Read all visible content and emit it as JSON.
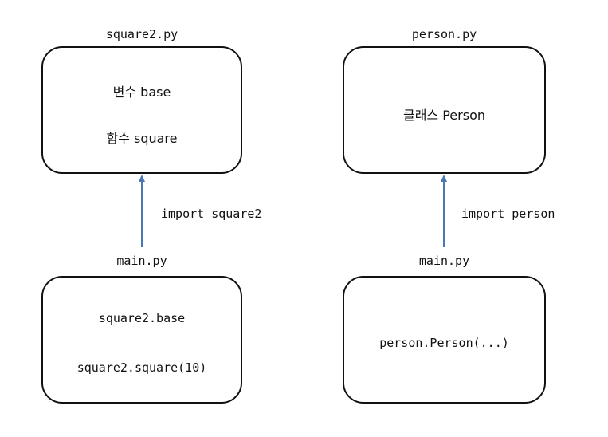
{
  "left_module": {
    "file_label": "square2.py",
    "lines": [
      "변수 base",
      "함수 square"
    ]
  },
  "left_main": {
    "file_label": "main.py",
    "lines": [
      "square2.base",
      "square2.square(10)"
    ]
  },
  "left_import": "import square2",
  "right_module": {
    "file_label": "person.py",
    "lines": [
      "클래스 Person"
    ]
  },
  "right_main": {
    "file_label": "main.py",
    "lines": [
      "person.Person(...)"
    ]
  },
  "right_import": "import person",
  "colors": {
    "arrow": "#4a78b5",
    "box_border": "#111111"
  }
}
